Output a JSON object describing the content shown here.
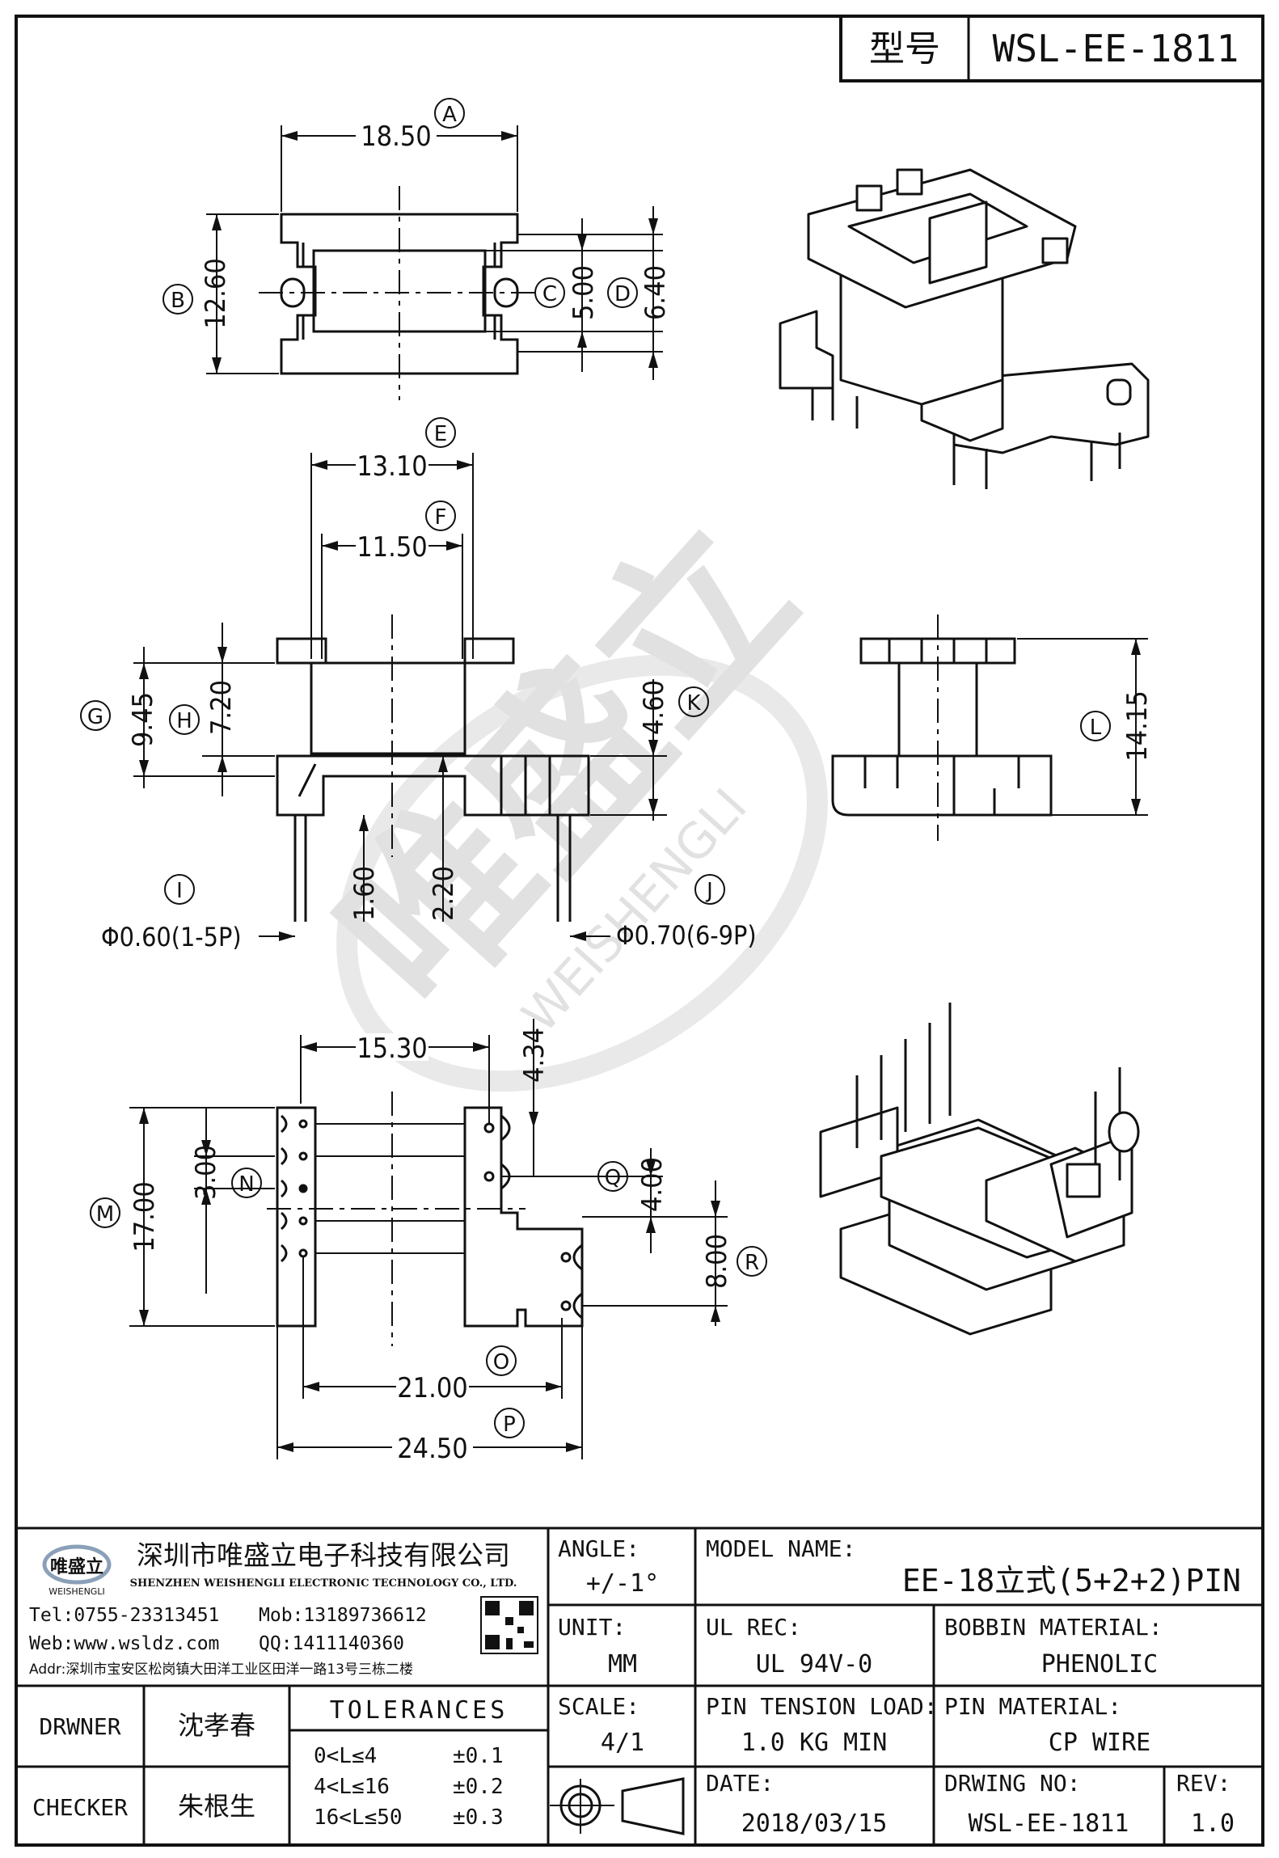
{
  "header": {
    "type_label": "型号",
    "model_code": "WSL-EE-1811"
  },
  "dimensions": {
    "A": {
      "label": "A",
      "value": "18.50"
    },
    "B": {
      "label": "B",
      "value": "12.60"
    },
    "C": {
      "label": "C",
      "value": "5.00"
    },
    "D": {
      "label": "D",
      "value": "6.40"
    },
    "E": {
      "label": "E",
      "value": "13.10"
    },
    "F": {
      "label": "F",
      "value": "11.50"
    },
    "G": {
      "label": "G",
      "value": "9.45"
    },
    "H": {
      "label": "H",
      "value": "7.20"
    },
    "K": {
      "label": "K",
      "value": "4.60"
    },
    "L": {
      "label": "L",
      "value": "14.15"
    },
    "I": {
      "label": "I",
      "value": "1.60",
      "pin_text": "Φ0.60(1-5P)"
    },
    "J": {
      "label": "J",
      "value": "2.20",
      "pin_text": "Φ0.70(6-9P)"
    },
    "M": {
      "label": "M",
      "value": "17.00"
    },
    "N": {
      "label": "N",
      "value": "3.00"
    },
    "Q": {
      "label": "Q",
      "value": "4.00"
    },
    "R": {
      "label": "R",
      "value": "8.00"
    },
    "O": {
      "label": "O",
      "value": "21.00"
    },
    "P": {
      "label": "P",
      "value": "24.50"
    },
    "top_extra": "15.30",
    "top_small": "4.34"
  },
  "watermark": {
    "text": "唯盛立",
    "sub": "WEISHENGLI"
  },
  "company": {
    "logo_text": "唯盛立",
    "logo_sub": "WEISHENGLI",
    "name_cn": "深圳市唯盛立电子科技有限公司",
    "name_en": "SHENZHEN WEISHENGLI ELECTRONIC TECHNOLOGY CO., LTD.",
    "tel": "Tel:0755-23313451",
    "mob": "Mob:13189736612",
    "web": "Web:www.wsldz.com",
    "qq": "QQ:1411140360",
    "addr": "Addr:深圳市宝安区松岗镇大田洋工业区田洋一路13号三栋二楼"
  },
  "title_block": {
    "angle_label": "ANGLE:",
    "angle_value": "+/-1°",
    "model_name_label": "MODEL NAME:",
    "model_name_value": "EE-18立式(5+2+2)PIN",
    "unit_label": "UNIT:",
    "unit_value": "MM",
    "ul_rec_label": "UL REC:",
    "ul_rec_value": "UL 94V-0",
    "bobbin_material_label": "BOBBIN MATERIAL:",
    "bobbin_material_value": "PHENOLIC",
    "scale_label": "SCALE:",
    "scale_value": "4/1",
    "pin_tension_label": "PIN TENSION LOAD:",
    "pin_tension_value": "1.0 KG MIN",
    "pin_material_label": "PIN MATERIAL:",
    "pin_material_value": "CP WIRE",
    "date_label": "DATE:",
    "date_value": "2018/03/15",
    "drawing_no_label": "DRWING NO:",
    "drawing_no_value": "WSL-EE-1811",
    "rev_label": "REV:",
    "rev_value": "1.0",
    "drawer_label": "DRWNER",
    "drawer_value": "沈孝春",
    "checker_label": "CHECKER",
    "checker_value": "朱根生",
    "tolerances_title": "TOLERANCES",
    "tolerances": [
      {
        "range": "0<L≤4",
        "value": "±0.1"
      },
      {
        "range": "4<L≤16",
        "value": "±0.2"
      },
      {
        "range": "16<L≤50",
        "value": "±0.3"
      }
    ]
  }
}
